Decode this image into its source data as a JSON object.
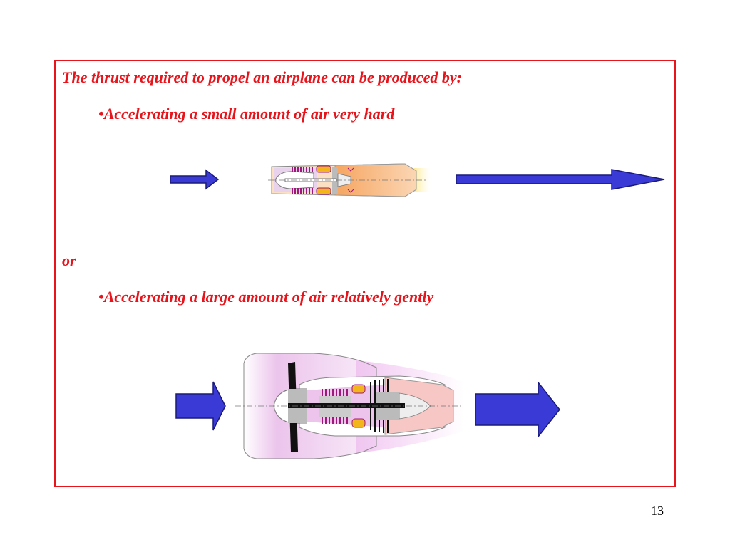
{
  "slide": {
    "heading": "The thrust required to propel an airplane can be produced by:",
    "bullet_marker": "•",
    "bullet_1": "Accelerating a small amount of air very hard",
    "connector": "or",
    "bullet_2": "Accelerating a large amount of air relatively gently",
    "page_number": "13"
  },
  "colors": {
    "text_accent": "#e8141c",
    "frame_border": "#e8141c",
    "arrow_fill": "#3a3ad6",
    "arrow_stroke": "#1a1a7a",
    "bypass_pink": "#ecc4ec",
    "exhaust_orange": "#f6a560",
    "hot_nozzle_pink": "#f6c7c4"
  },
  "icons": {
    "small_inlet_arrow": "arrow-right-icon",
    "small_exhaust_arrow": "long-arrow-right-icon",
    "large_inlet_arrow": "block-arrow-right-icon",
    "large_exhaust_arrow": "block-arrow-right-icon"
  }
}
